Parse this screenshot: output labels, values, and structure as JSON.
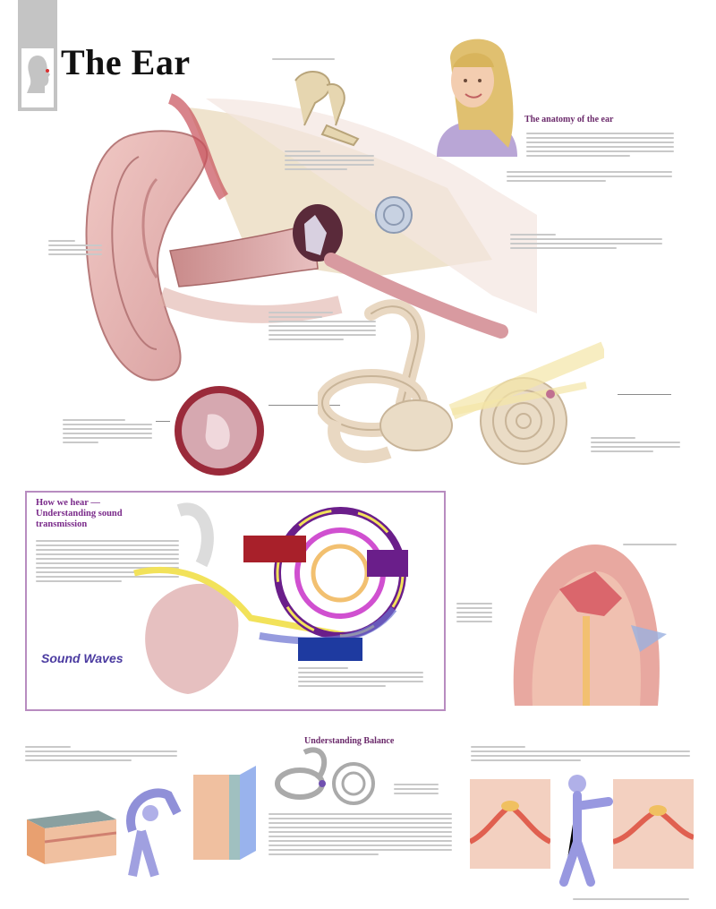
{
  "poster": {
    "title": "The Ear",
    "sections": {
      "anatomy": "The anatomy of the ear",
      "hearing": "How we hear — Understanding sound transmission",
      "sound_waves": "Sound Waves",
      "balance": "Understanding Balance"
    }
  },
  "colors": {
    "title_text": "#111111",
    "section_purple": "#6b2a6b",
    "box_border": "#b88cc0",
    "ear_skin": "#e8b8b8",
    "bone": "#e6d6b8",
    "red_tag": "#a8202a",
    "purple_tag": "#6a1e8a",
    "blue_tag": "#1e3aa0",
    "yellow_path": "#f2e25a"
  },
  "icons": [
    "head-profile-icon"
  ]
}
